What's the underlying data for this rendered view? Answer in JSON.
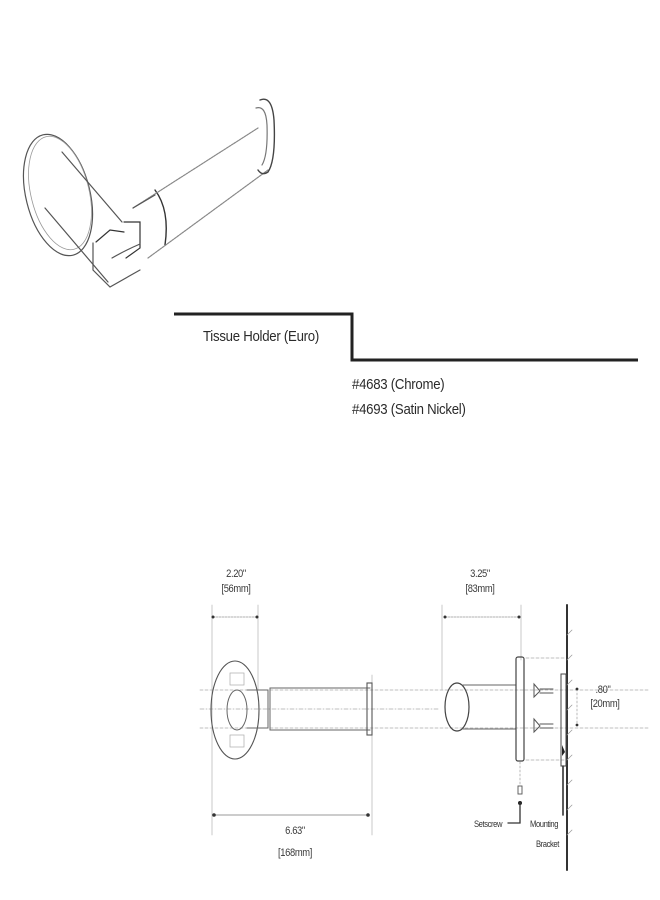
{
  "product": {
    "title": "Tissue Holder (Euro)",
    "skus": [
      {
        "label": "#4683 (Chrome)"
      },
      {
        "label": "#4693 (Satin Nickel)"
      }
    ]
  },
  "front_view": {
    "width_dim": {
      "inches": "2.20\"",
      "mm": "[56mm]"
    },
    "length_dim": {
      "inches": "6.63\"",
      "mm": "[168mm]"
    }
  },
  "side_view": {
    "depth_dim": {
      "inches": "3.25\"",
      "mm": "[83mm]"
    },
    "screw_spacing_dim": {
      "inches": ".80\"",
      "mm": "[20mm]"
    },
    "callouts": {
      "setscrew": "Setscrew",
      "mounting_bracket_line1": "Mounting",
      "mounting_bracket_line2": "Bracket"
    }
  },
  "colors": {
    "line": "#2a2a2a",
    "light_line": "#9a9a9a",
    "background": "#ffffff"
  }
}
